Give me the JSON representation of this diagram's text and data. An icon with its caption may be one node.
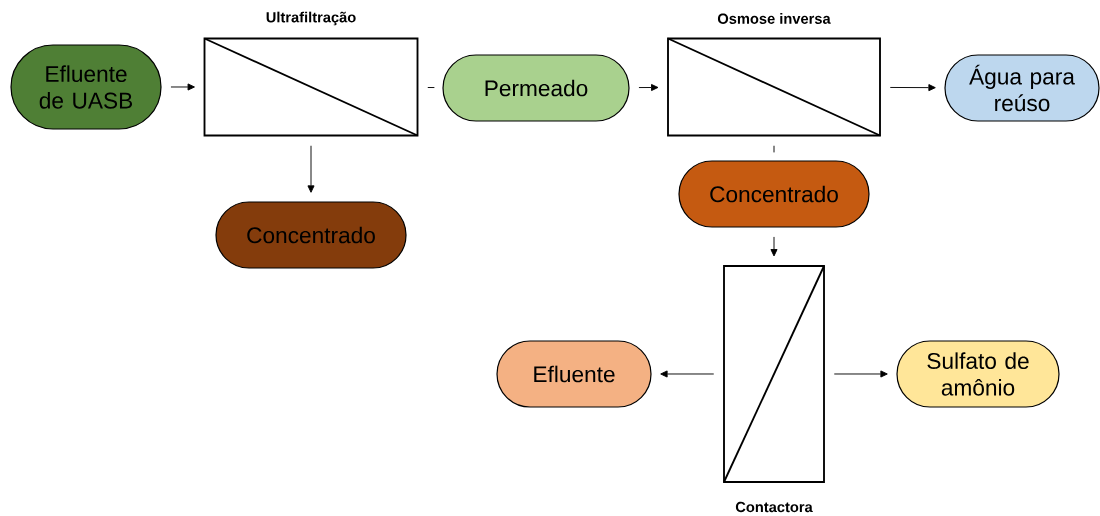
{
  "diagram": {
    "nodes": [
      {
        "text": [
          "Efluente de UASB"
        ]
      },
      {
        "text": [
          "Ultrafiltração"
        ]
      },
      {
        "text": [
          "Permeado"
        ]
      },
      {
        "text": [
          "Osmose inversa"
        ]
      },
      {
        "text": [
          "Água para reúso"
        ]
      },
      {
        "text": [
          "Concentrado"
        ]
      },
      {
        "text": [
          "Concentrado"
        ]
      },
      {
        "text": [
          "Contactora"
        ]
      },
      {
        "text": [
          "Efluente"
        ]
      },
      {
        "text": [
          "Sulfato de amônio"
        ]
      }
    ],
    "edges": [
      {
        "from": 0,
        "to": 1,
        "arrow": "to"
      },
      {
        "from": 1,
        "to": 2,
        "arrow": "none"
      },
      {
        "from": 2,
        "to": 3,
        "arrow": "to"
      },
      {
        "from": 3,
        "to": 4,
        "arrow": "to"
      },
      {
        "from": 1,
        "to": 5,
        "arrow": "to"
      },
      {
        "from": 3,
        "to": 6,
        "arrow": "none"
      },
      {
        "from": 6,
        "to": 7,
        "arrow": "to"
      },
      {
        "from": 7,
        "to": 8,
        "arrow": "to"
      },
      {
        "from": 7,
        "to": 9,
        "arrow": "to"
      }
    ]
  }
}
